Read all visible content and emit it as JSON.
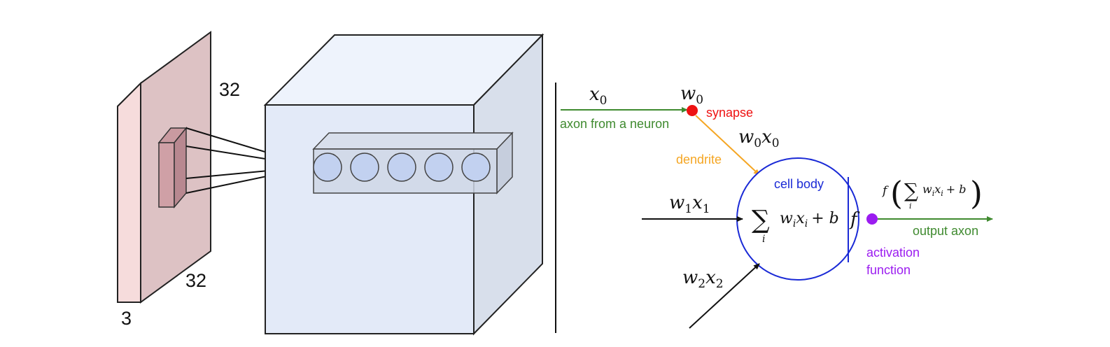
{
  "left": {
    "dim_height": "32",
    "dim_width": "32",
    "dim_depth": "3"
  },
  "right": {
    "x0_label": "x",
    "x0_sub": "0",
    "w0_label": "w",
    "w0_sub": "0",
    "synapse": "synapse",
    "axon_from": "axon from a neuron",
    "w0x0_w": "w",
    "w0x0_sub1": "0",
    "w0x0_x": "x",
    "w0x0_sub2": "0",
    "dendrite": "dendrite",
    "cell_body": "cell body",
    "w1x1_w": "w",
    "w1x1_sub1": "1",
    "w1x1_x": "x",
    "w1x1_sub2": "1",
    "w2x2_w": "w",
    "w2x2_sub1": "2",
    "w2x2_x": "x",
    "w2x2_sub2": "2",
    "sum_sigma": "∑",
    "sum_index": "i",
    "sum_term": "w",
    "sum_term_sub": "i",
    "sum_x": "x",
    "sum_x_sub": "i",
    "sum_plus_b": "+ b",
    "f_label": "f",
    "out_f": "f",
    "out_sigma": "∑",
    "out_index": "i",
    "out_term": "w",
    "out_term_sub": "i",
    "out_x": "x",
    "out_x_sub": "i",
    "out_plus_b": "+ b",
    "out_lparen": "(",
    "out_rparen": ")",
    "output_axon": "output axon",
    "activation_line1": "activation",
    "activation_line2": "function"
  },
  "colors": {
    "green": "#3f8a2f",
    "red": "#ee1111",
    "orange": "#f5a623",
    "blue": "#1a2ad6",
    "purple": "#9b1cf0",
    "black": "#111111"
  }
}
